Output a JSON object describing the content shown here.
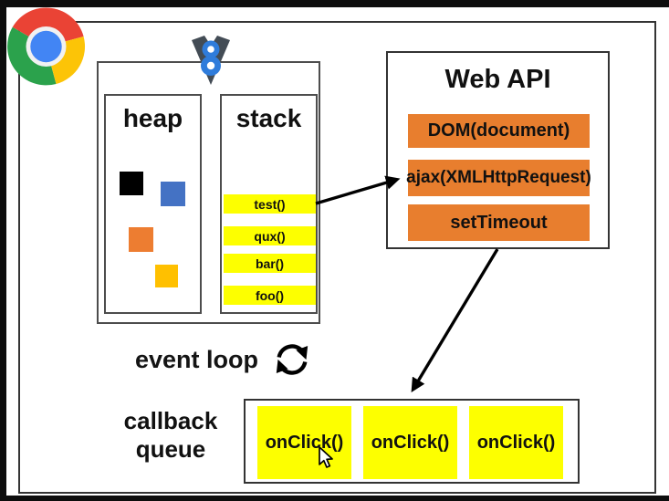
{
  "diagram": {
    "browser_logo": "chrome",
    "engine": {
      "logo": "v8",
      "heap": {
        "title": "heap",
        "squares": [
          {
            "name": "black-square",
            "color": "#000000"
          },
          {
            "name": "blue-square",
            "color": "#4472c4"
          },
          {
            "name": "orange-square",
            "color": "#ed7d31"
          },
          {
            "name": "amber-square",
            "color": "#ffc000"
          }
        ]
      },
      "stack": {
        "title": "stack",
        "frames": [
          "test()",
          "qux()",
          "bar()",
          "foo()"
        ]
      }
    },
    "web_api": {
      "title": "Web API",
      "items": [
        "DOM(document)",
        "ajax(XMLHttpRequest)",
        "setTimeout"
      ]
    },
    "event_loop": {
      "label": "event loop"
    },
    "callback_queue": {
      "label": [
        "callback",
        "queue"
      ],
      "items": [
        "onClick()",
        "onClick()",
        "onClick()"
      ]
    }
  },
  "colors": {
    "frame_yellow": "#fdff00",
    "api_orange": "#e87e2e",
    "chrome_red": "#ea4335",
    "chrome_green": "#2ba24c",
    "chrome_yellow": "#fcc407",
    "chrome_blue": "#4285f4",
    "v8_dark": "#434c55",
    "v8_blue": "#2f7cdb"
  }
}
